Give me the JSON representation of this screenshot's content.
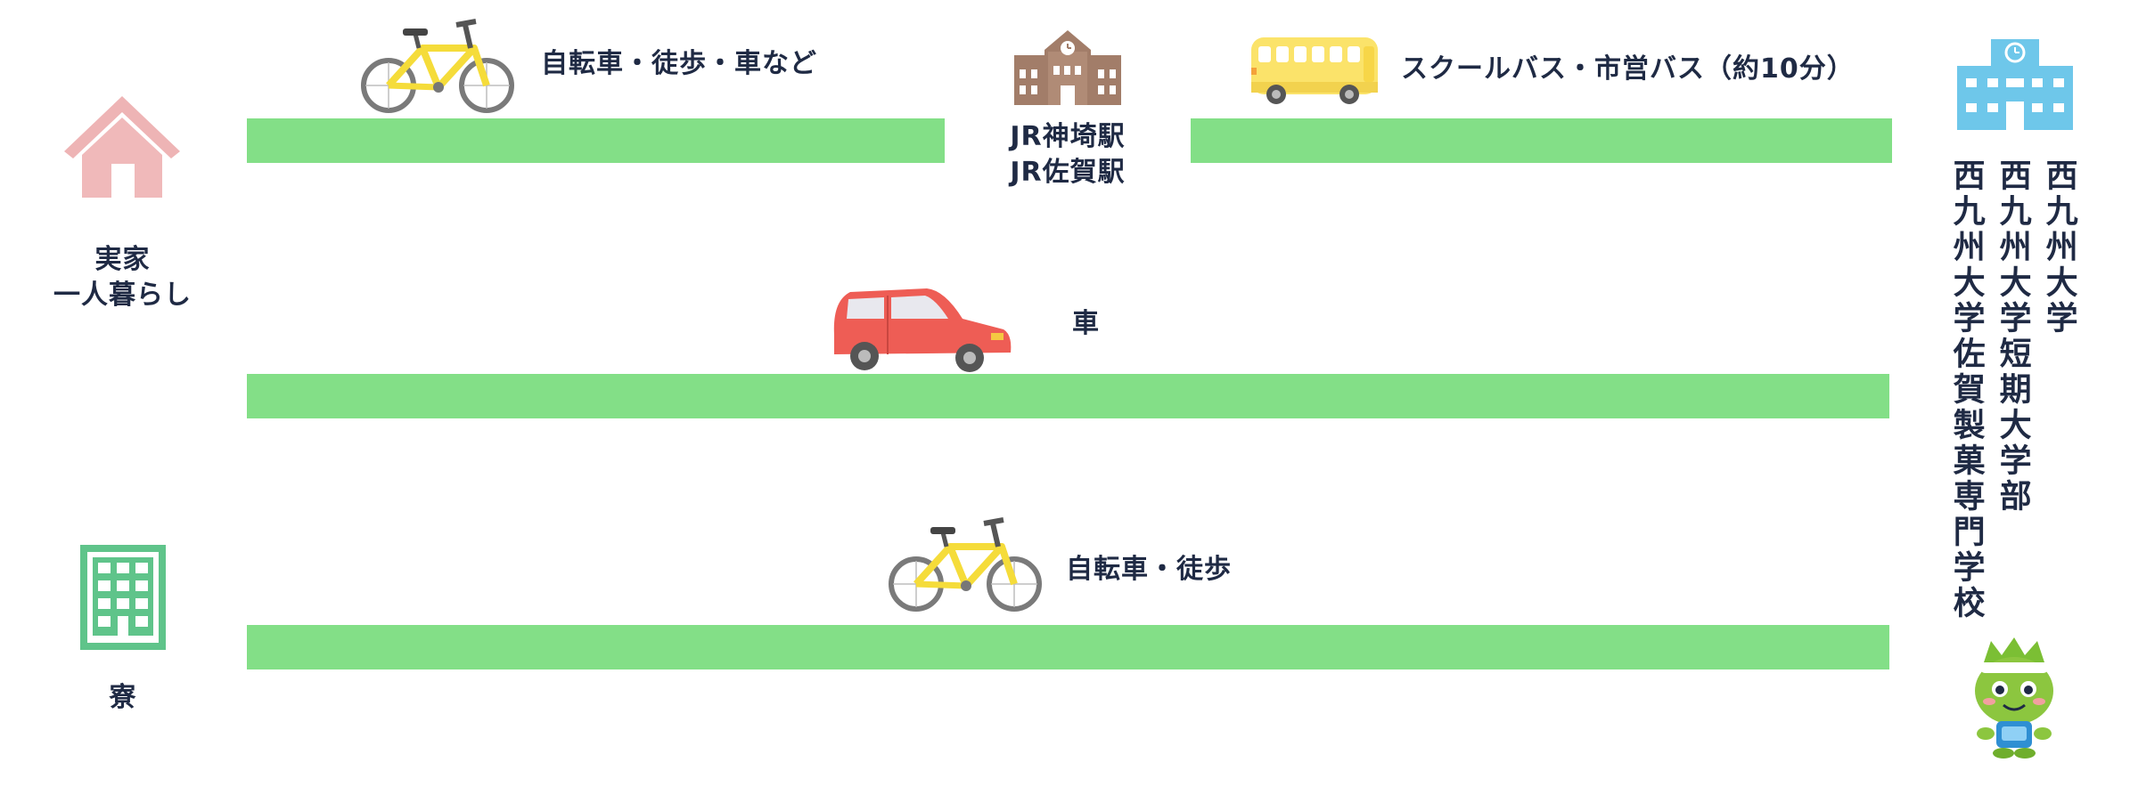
{
  "origins": {
    "home_line1": "実家",
    "home_line2": "一人暮らし",
    "dorm": "寮"
  },
  "routes": {
    "top_left": "自転車・徒歩・車など",
    "station_line1": "JR神埼駅",
    "station_line2": "JR佐賀駅",
    "top_right": "スクールバス・市営バス（約10分）",
    "middle": "車",
    "bottom": "自転車・徒歩"
  },
  "destination": {
    "line1": "西九州大学",
    "line2": "西九州大学短期大学部",
    "line3": "西九州大学佐賀製菓専門学校"
  },
  "icons": {
    "house": "house-icon",
    "dorm": "building-icon",
    "bicycle": "bicycle-icon",
    "station": "school-building-icon",
    "bus": "bus-icon",
    "car": "car-icon",
    "university": "university-icon",
    "mascot": "mascot-character"
  },
  "colors": {
    "road": "#83df87",
    "house": "#eeb4b5",
    "dorm": "#5fc48a",
    "university": "#6ec7ea",
    "text": "#1f2a44"
  }
}
